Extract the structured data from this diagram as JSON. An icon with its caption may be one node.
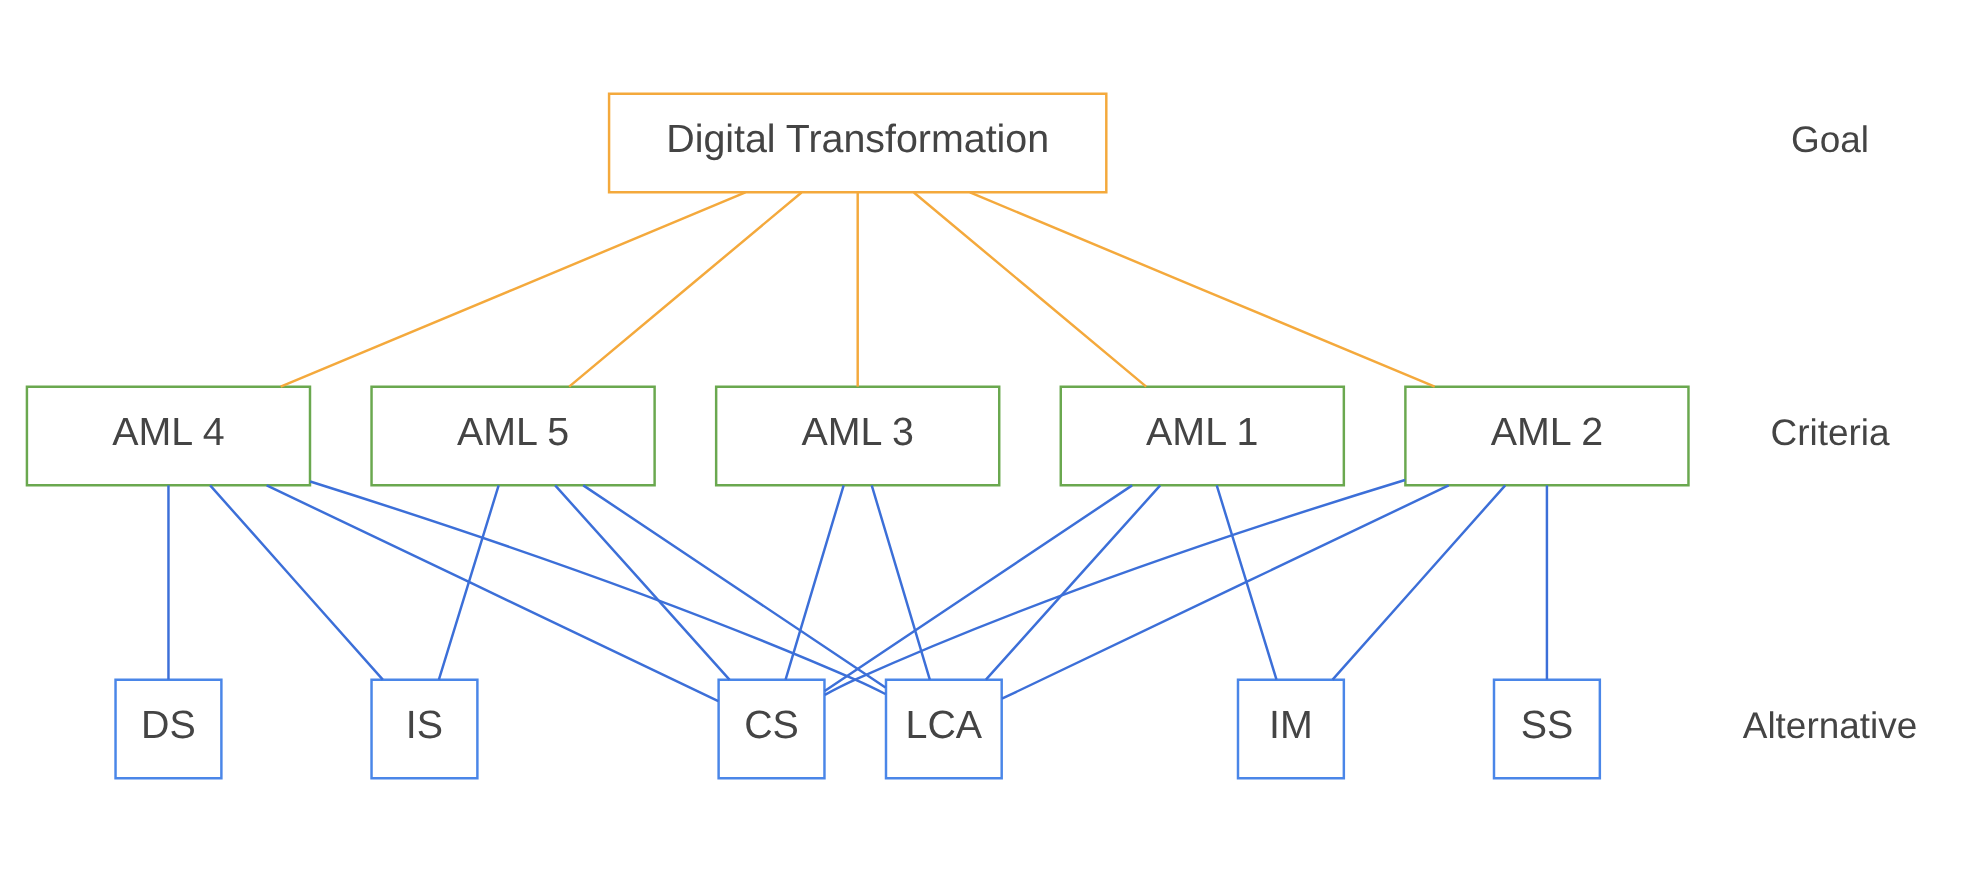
{
  "diagram": {
    "nodes": [
      {
        "text": [
          "Digital Transformation"
        ]
      },
      {
        "text": [
          "AML 1"
        ]
      },
      {
        "text": [
          "AML 2"
        ]
      },
      {
        "text": [
          "AML 3"
        ]
      },
      {
        "text": [
          "AML 4"
        ]
      },
      {
        "text": [
          "AML 5"
        ]
      },
      {
        "text": [
          "IM"
        ]
      },
      {
        "text": [
          "SS"
        ]
      },
      {
        "text": [
          "DS"
        ]
      },
      {
        "text": [
          "LCA"
        ]
      },
      {
        "text": [
          "CS"
        ]
      },
      {
        "text": [
          "IS"
        ]
      }
    ],
    "edges": [
      {
        "from": 0,
        "to": 1,
        "arrow": "none",
        "color": "#f4a93c"
      },
      {
        "from": 0,
        "to": 2,
        "arrow": "none",
        "color": "#f4a93c"
      },
      {
        "from": 0,
        "to": 3,
        "arrow": "none",
        "color": "#f4a93c"
      },
      {
        "from": 0,
        "to": 4,
        "arrow": "none",
        "color": "#f4a93c"
      },
      {
        "from": 0,
        "to": 5,
        "arrow": "none",
        "color": "#f4a93c"
      },
      {
        "from": 1,
        "to": 6,
        "arrow": "none"
      },
      {
        "from": 1,
        "to": 9,
        "arrow": "none"
      },
      {
        "from": 1,
        "to": 10,
        "arrow": "none"
      },
      {
        "from": 2,
        "to": 6,
        "arrow": "none"
      },
      {
        "from": 2,
        "to": 7,
        "arrow": "none"
      },
      {
        "from": 2,
        "to": 9,
        "arrow": "none"
      },
      {
        "from": 2,
        "to": 10,
        "arrow": "none"
      },
      {
        "from": 3,
        "to": 9,
        "arrow": "none"
      },
      {
        "from": 3,
        "to": 10,
        "arrow": "none"
      },
      {
        "from": 4,
        "to": 8,
        "arrow": "none"
      },
      {
        "from": 4,
        "to": 9,
        "arrow": "none"
      },
      {
        "from": 4,
        "to": 10,
        "arrow": "none"
      },
      {
        "from": 4,
        "to": 11,
        "arrow": "none"
      },
      {
        "from": 5,
        "to": 9,
        "arrow": "none"
      },
      {
        "from": 5,
        "to": 10,
        "arrow": "none"
      },
      {
        "from": 5,
        "to": 11,
        "arrow": "none"
      }
    ],
    "labels": [
      "Goal",
      "Criteria",
      "Alternative"
    ]
  }
}
